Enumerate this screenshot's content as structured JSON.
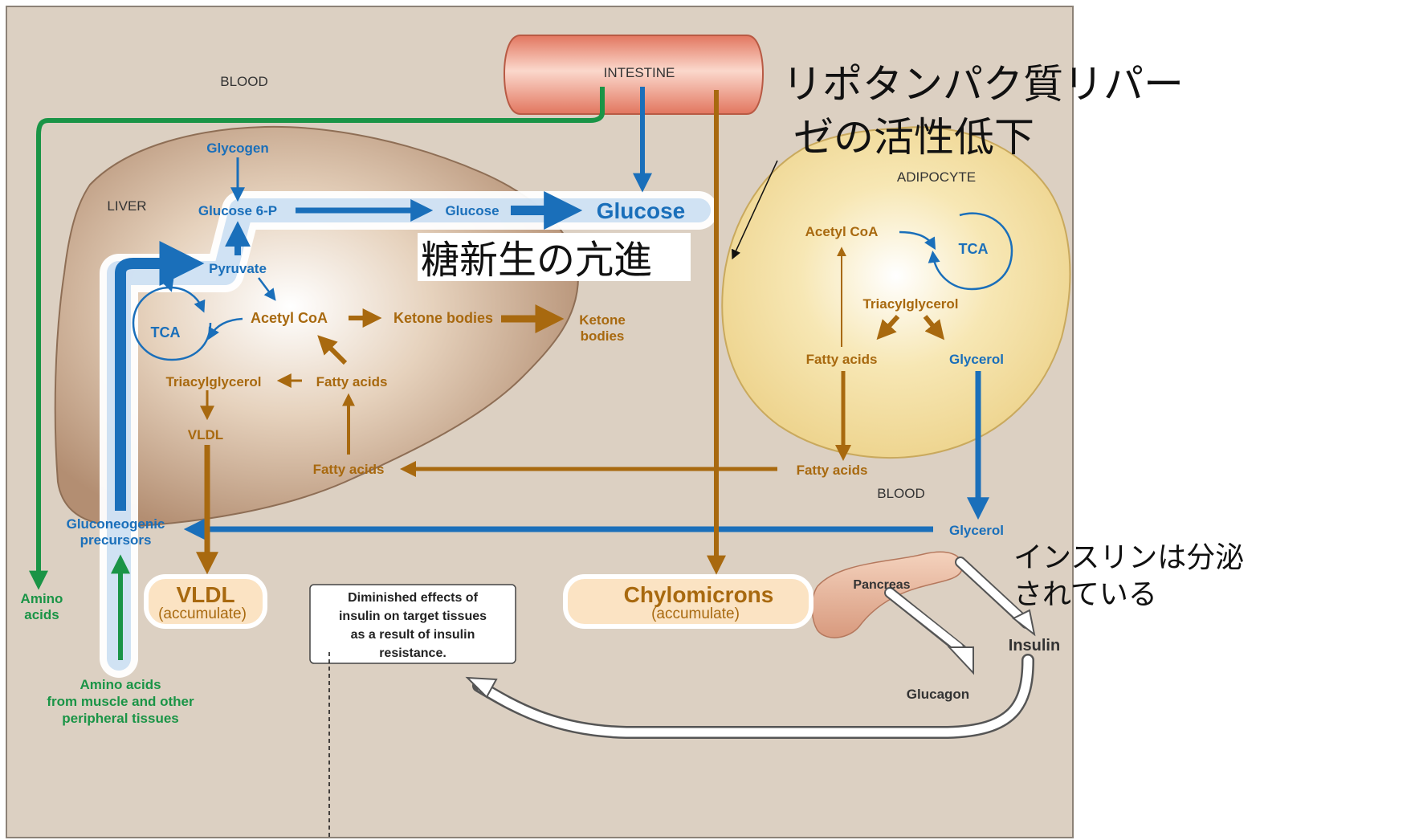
{
  "colors": {
    "panel_bg": "#dcd0c2",
    "liver": "#b8957a",
    "adipocyte": "#f2dd9a",
    "blue": "#1a6fba",
    "brown": "#a8690f",
    "green": "#1a9446",
    "white_glow": "#ffffff",
    "intestine": "#f09a84"
  },
  "regions": {
    "blood_top": "BLOOD",
    "liver": "LIVER",
    "intestine": "INTESTINE",
    "adipocyte": "ADIPOCYTE",
    "blood_right": "BLOOD"
  },
  "liver": {
    "glycogen": "Glycogen",
    "glucose6p": "Glucose 6-P",
    "glucose": "Glucose",
    "pyruvate": "Pyruvate",
    "tca": "TCA",
    "acetyl_coa": "Acetyl CoA",
    "ketone_bodies_inner": "Ketone bodies",
    "triacylglycerol": "Triacylglycerol",
    "fatty_acids_inner": "Fatty acids",
    "vldl_inner": "VLDL",
    "fatty_acids_lower": "Fatty acids"
  },
  "outside": {
    "glucose_blood": "Glucose",
    "ketone_line1": "Ketone",
    "ketone_line2": "bodies",
    "gluconeogenic_line1": "Gluconeogenic",
    "gluconeogenic_line2": "precursors",
    "amino_line1": "Amino",
    "amino_line2": "acids",
    "amino_periph_line1": "Amino acids",
    "amino_periph_line2": "from muscle and other",
    "amino_periph_line3": "peripheral tissues",
    "vldl": "VLDL",
    "vldl_sub": "(accumulate)",
    "chylomicrons": "Chylomicrons",
    "chylomicrons_sub": "(accumulate)",
    "pancreas": "Pancreas",
    "insulin": "Insulin",
    "glucagon": "Glucagon",
    "fatty_acids_blood": "Fatty acids",
    "glycerol_blood": "Glycerol"
  },
  "adipocyte": {
    "acetyl_coa": "Acetyl CoA",
    "tca": "TCA",
    "triacylglycerol": "Triacylglycerol",
    "fatty_acids": "Fatty acids",
    "glycerol": "Glycerol"
  },
  "note_box": {
    "line1": "Diminished effects of",
    "line2": "insulin on target tissues",
    "line3": "as a result of insulin",
    "line4": "resistance."
  },
  "annotations": {
    "lipase_line1": "リポタンパク質リパー",
    "lipase_line2": "ゼの活性低下",
    "gluconeogenesis": "糖新生の亢進",
    "insulin_line1": "インスリンは分泌",
    "insulin_line2": "されている"
  }
}
